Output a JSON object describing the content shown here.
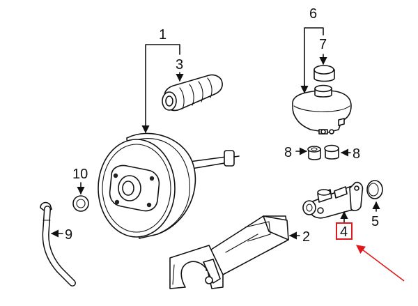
{
  "callouts": {
    "c1": "1",
    "c2": "2",
    "c3": "3",
    "c4": "4",
    "c5": "5",
    "c6": "6",
    "c7": "7",
    "c8a": "8",
    "c8b": "8",
    "c9": "9",
    "c10": "10"
  },
  "highlight": {
    "color": "#e0191c"
  }
}
